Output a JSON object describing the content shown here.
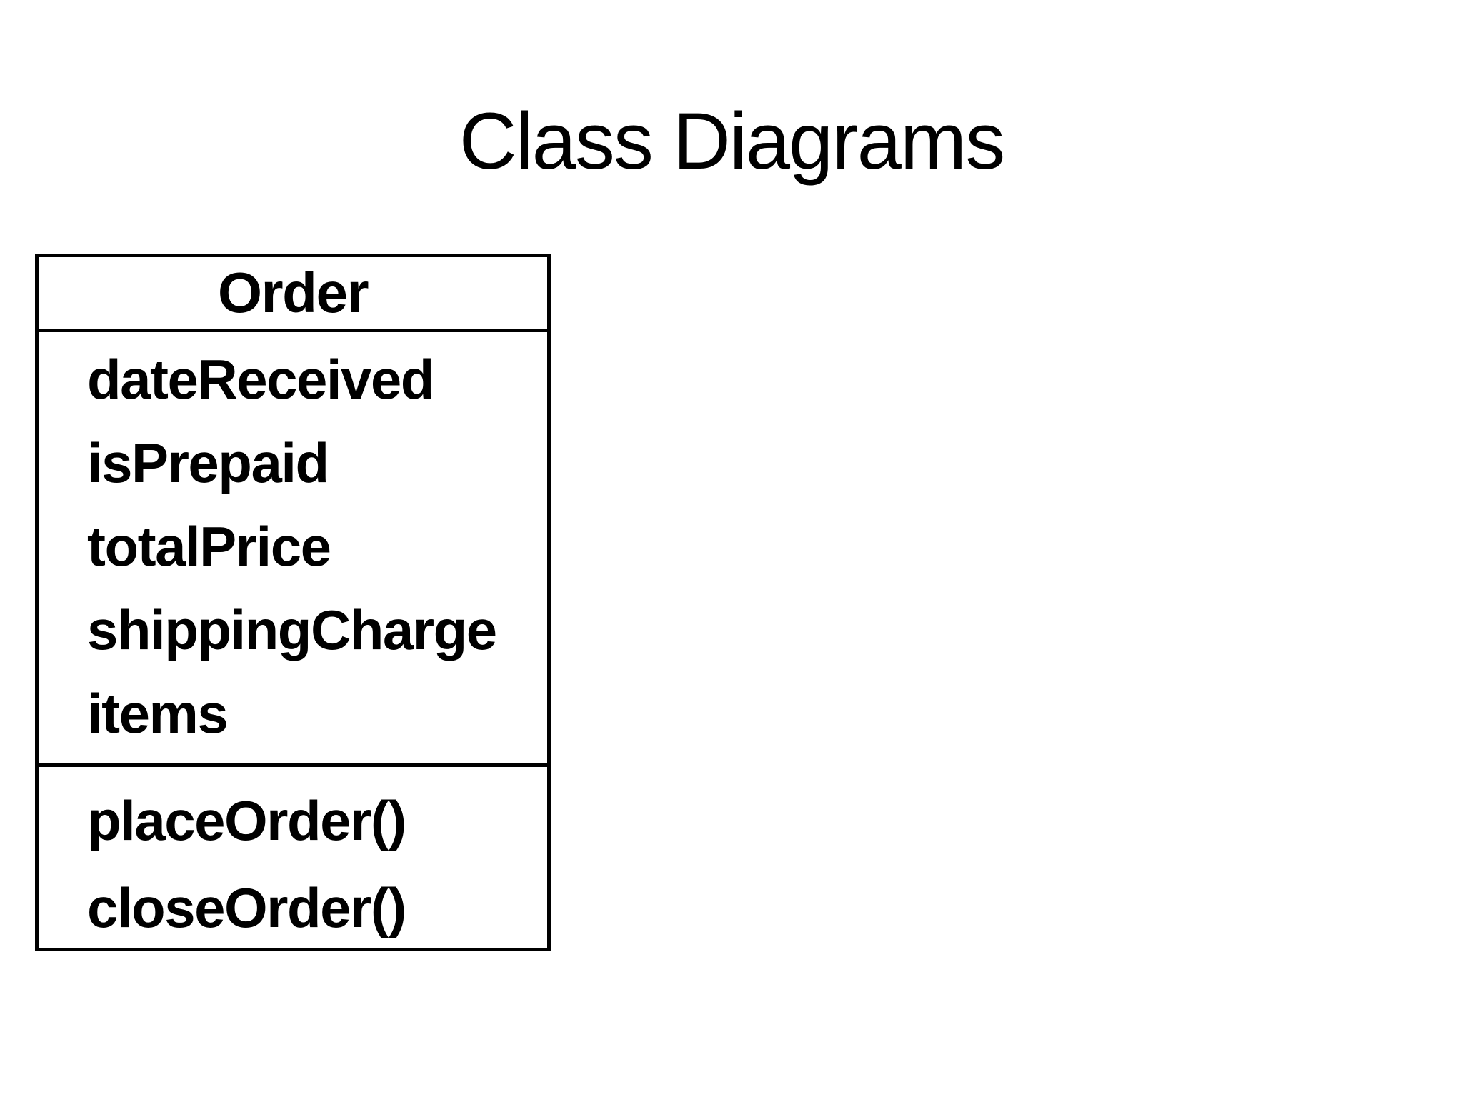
{
  "page": {
    "title": "Class Diagrams",
    "background_color": "#ffffff",
    "text_color": "#000000"
  },
  "class_diagram": {
    "class_name": "Order",
    "attributes": [
      "dateReceived",
      "isPrepaid",
      "totalPrice",
      "shippingCharge",
      "items"
    ],
    "methods": [
      "placeOrder()",
      "closeOrder()"
    ]
  }
}
